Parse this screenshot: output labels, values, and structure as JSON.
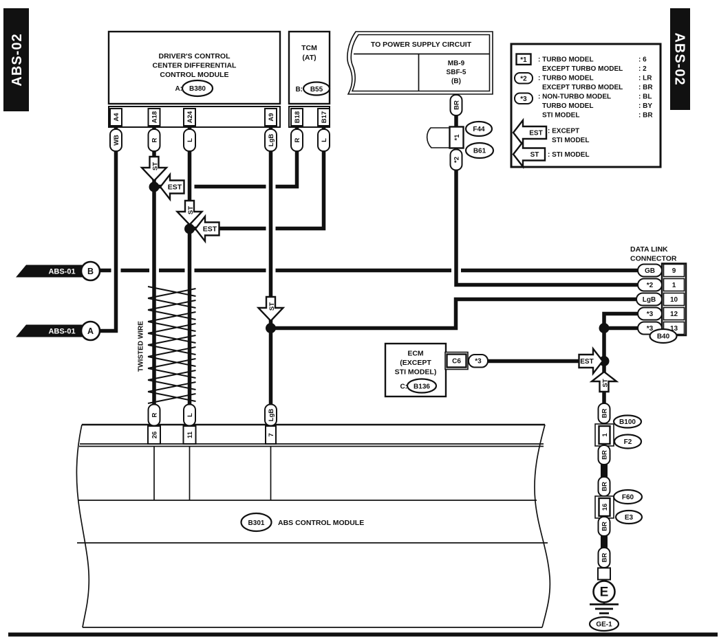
{
  "banner_left": "ABS-02",
  "banner_right": "ABS-02",
  "driver": {
    "title1": "DRIVER'S CONTROL",
    "title2": "CENTER DIFFERENTIAL",
    "title3": "CONTROL MODULE",
    "ref_prefix": "A:",
    "ref": "B380",
    "pin1": "A4",
    "pin2": "A18",
    "pin3": "A24",
    "pin4": "A9",
    "wire1": "WB",
    "wire2": "R",
    "wire3": "L",
    "wire4": "LgB"
  },
  "tcm": {
    "title1": "TCM",
    "title2": "(AT)",
    "ref_prefix": "B:",
    "ref": "B55",
    "pin1": "B18",
    "pin2": "B17",
    "wire1": "R",
    "wire2": "L"
  },
  "power": {
    "title": "TO POWER SUPPLY CIRCUIT",
    "cell1": "MB-9",
    "cell2": "SBF-5",
    "cell3": "(B)",
    "wire": "BR",
    "conn": "*1",
    "ref_top": "F44",
    "ref_bottom": "B61",
    "wire2": "*2"
  },
  "legend": {
    "sym1": "*1",
    "sym2": "*2",
    "sym3": "*3",
    "sym_est": "EST",
    "sym_st": "ST",
    "r1_label": ": TURBO MODEL",
    "r1_val": ": 6",
    "r2_label": "EXCEPT TURBO MODEL",
    "r2_val": ": 2",
    "r3_label": ": TURBO MODEL",
    "r3_val": ": LR",
    "r4_label": "EXCEPT TURBO MODEL",
    "r4_val": ": BR",
    "r5_label": ": NON-TURBO MODEL",
    "r5_val": ": BL",
    "r6_label": "TURBO MODEL",
    "r6_val": ": BY",
    "r7_label": "STI MODEL",
    "r7_val": ": BR",
    "est_label1": ": EXCEPT",
    "est_label2": "STI MODEL",
    "st_label": ": STI MODEL"
  },
  "abs01_b": {
    "label": "ABS-01",
    "id": "B"
  },
  "abs01_a": {
    "label": "ABS-01",
    "id": "A"
  },
  "twisted_label": "TWISTED WIRE",
  "arrows": {
    "st": "ST",
    "est": "EST"
  },
  "dlc": {
    "title1": "DATA LINK",
    "title2": "CONNECTOR",
    "w1": "GB",
    "p1": "9",
    "w2": "*2",
    "p2": "1",
    "w3": "LgB",
    "p3": "10",
    "w4": "*3",
    "p4": "12",
    "w5": "*3",
    "p5": "13",
    "ref": "B40"
  },
  "ecm": {
    "title1": "ECM",
    "title2": "(EXCEPT",
    "title3": "STI MODEL)",
    "ref_prefix": "C:",
    "ref": "B136",
    "pin": "C6",
    "wire": "*3"
  },
  "abs_module": {
    "ref": "B301",
    "title": "ABS CONTROL MODULE",
    "pin1": "26",
    "pin2": "11",
    "pin3": "7",
    "wire1": "R",
    "wire2": "L",
    "wire3": "LgB"
  },
  "chain": {
    "w1": "BR",
    "c1_pin": "1",
    "c1_top": "B100",
    "c1_bottom": "F2",
    "w2": "BR",
    "w3": "BR",
    "c2_pin": "16",
    "c2_top": "F60",
    "c2_bottom": "E3",
    "w4": "BR",
    "w5": "BR",
    "ground": "E",
    "ground_ref": "GE-1"
  }
}
